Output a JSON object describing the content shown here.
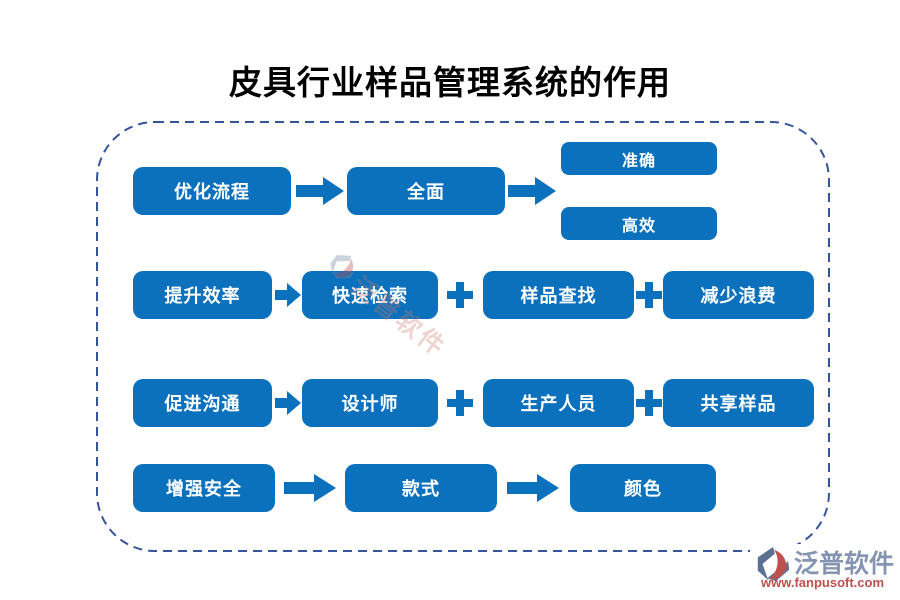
{
  "title": "皮具行业样品管理系统的作用",
  "rows": [
    {
      "boxes": [
        "优化流程",
        "全面",
        "准确",
        "高效"
      ]
    },
    {
      "boxes": [
        "提升效率",
        "快速检索",
        "样品查找",
        "减少浪费"
      ]
    },
    {
      "boxes": [
        "促进沟通",
        "设计师",
        "生产人员",
        "共享样品"
      ]
    },
    {
      "boxes": [
        "增强安全",
        "款式",
        "颜色"
      ]
    }
  ],
  "icons": {
    "arrow": "block-arrow-right",
    "plus": "plus-connector"
  },
  "watermark": {
    "text": "泛普软件"
  },
  "logo": {
    "name": "泛普软件",
    "url": "www.fanpusoft.com"
  },
  "colors": {
    "box_blue": "#0b71bd",
    "border_dash_blue": "#36549c",
    "logo_slate": "#8494b1",
    "logo_icon_slate": "#5b7191",
    "logo_red": "#c0504d",
    "text_white": "#ffffff",
    "title_black": "#000000"
  }
}
